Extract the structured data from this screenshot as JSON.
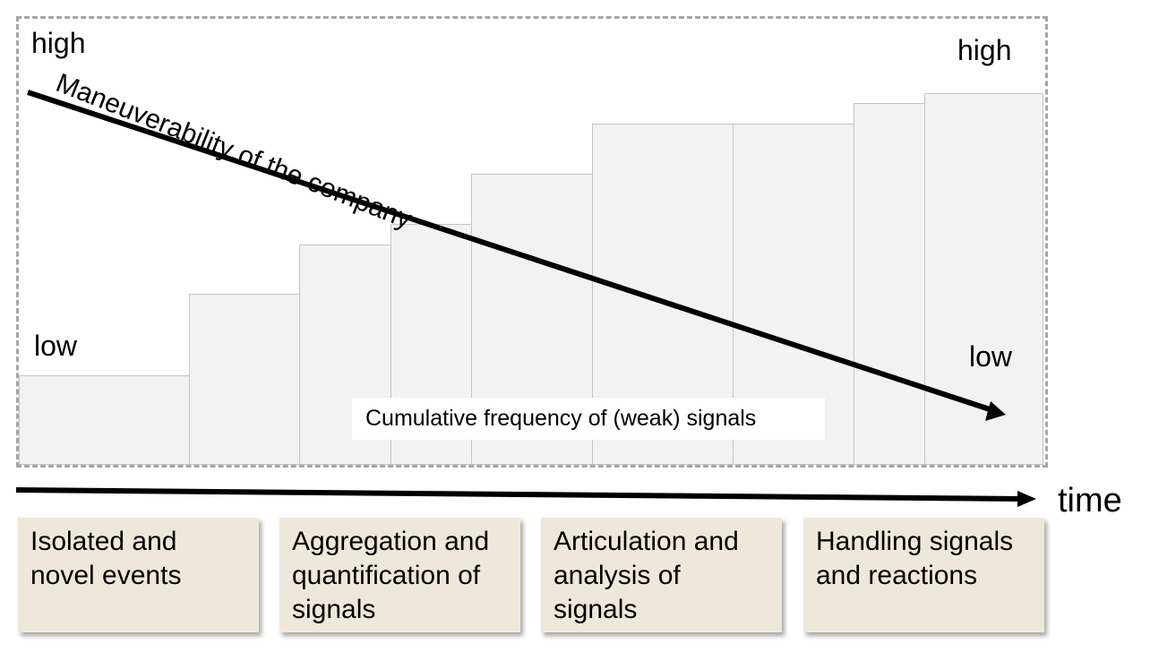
{
  "labels": {
    "high_left": "high",
    "high_right": "high",
    "low_left": "low",
    "low_right": "low",
    "maneuverability": "Maneuverability of the company",
    "cumulative": "Cumulative frequency of (weak) signals",
    "time": "time"
  },
  "phases": [
    {
      "text": "Isolated and novel events"
    },
    {
      "text": "Aggregation and quantification of signals"
    },
    {
      "text": "Articulation and analysis of signals"
    },
    {
      "text": "Handling signals and reactions"
    }
  ]
}
